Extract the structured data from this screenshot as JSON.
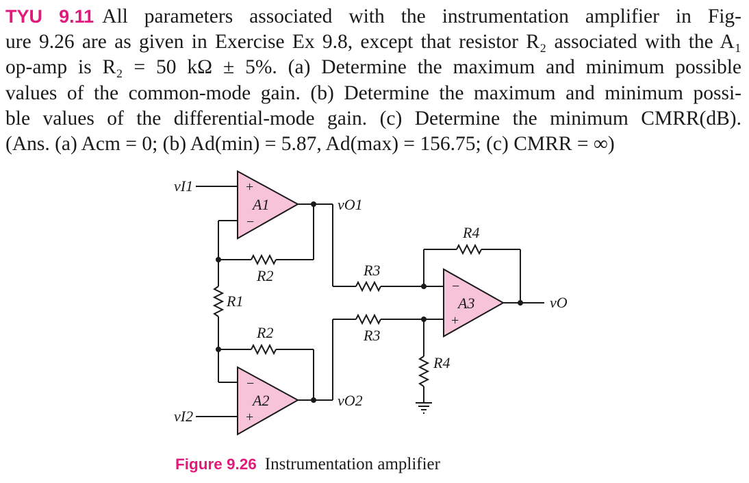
{
  "problem": {
    "tag": "TYU 9.11",
    "lines": [
      "All parameters associated with the instrumentation amplifier in Fig-",
      "ure 9.26 are as given in Exercise Ex 9.8, except that resistor R₂ associated with the A₁",
      "op-amp is R₂ = 50 kΩ ± 5%. (a) Determine the maximum and minimum possible",
      "values of the common-mode gain. (b) Determine the maximum and minimum possi-",
      "ble values of the differential-mode gain. (c) Determine the minimum CMRR(dB).",
      "(Ans. (a) Acm = 0; (b) Ad(min) = 5.87, Ad(max) = 156.75; (c) CMRR = ∞)"
    ]
  },
  "figure": {
    "caption_number": "Figure 9.26",
    "caption_text": "Instrumentation amplifier",
    "labels": {
      "vI1": "vI1",
      "vI2": "vI2",
      "vO1": "vO1",
      "vO2": "vO2",
      "vO": "vO",
      "A1": "A1",
      "A2": "A2",
      "A3": "A3",
      "R1": "R1",
      "R2_top": "R2",
      "R2_bottom": "R2",
      "R3_top": "R3",
      "R3_bottom": "R3",
      "R4_top": "R4",
      "R4_bottom": "R4",
      "plus": "+",
      "minus": "−"
    },
    "colors": {
      "opamp_fill": "#f6c3d9",
      "accent": "#e0197a",
      "wire": "#1a1a1a"
    }
  }
}
